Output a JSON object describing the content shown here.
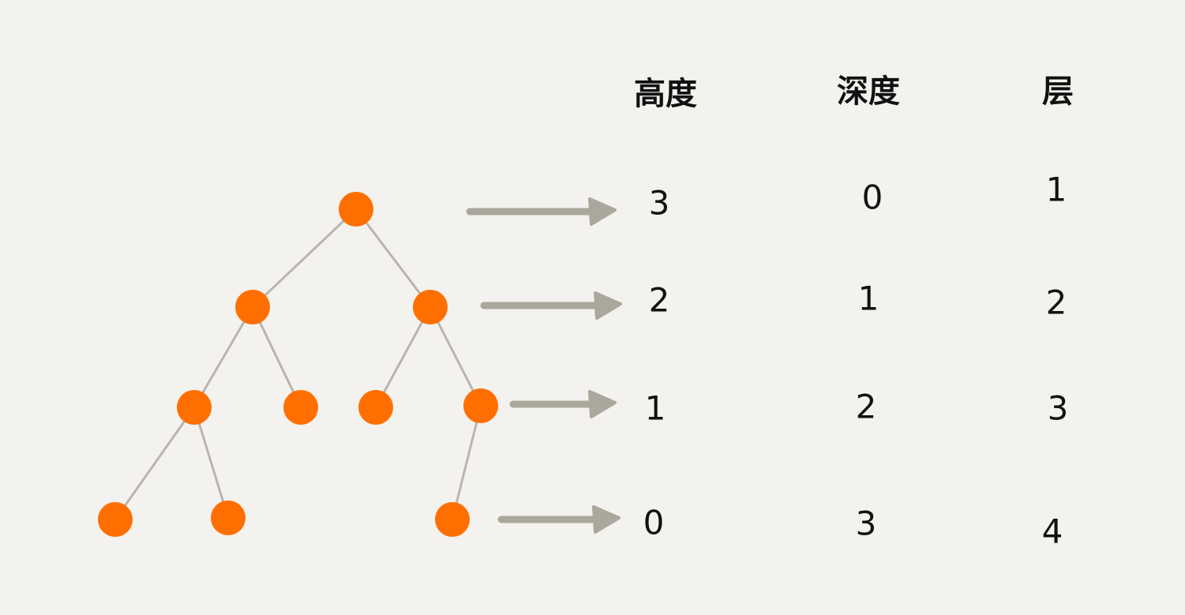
{
  "headers": {
    "height": "高度",
    "depth": "深度",
    "level": "层"
  },
  "rows": [
    {
      "height": "3",
      "depth": "0",
      "level": "1"
    },
    {
      "height": "2",
      "depth": "1",
      "level": "2"
    },
    {
      "height": "1",
      "depth": "2",
      "level": "3"
    },
    {
      "height": "0",
      "depth": "3",
      "level": "4"
    }
  ],
  "colors": {
    "background": "#f4f2ee",
    "node": "#ff6f00",
    "edge": "#b8b5ae",
    "arrow": "#aba79d"
  }
}
